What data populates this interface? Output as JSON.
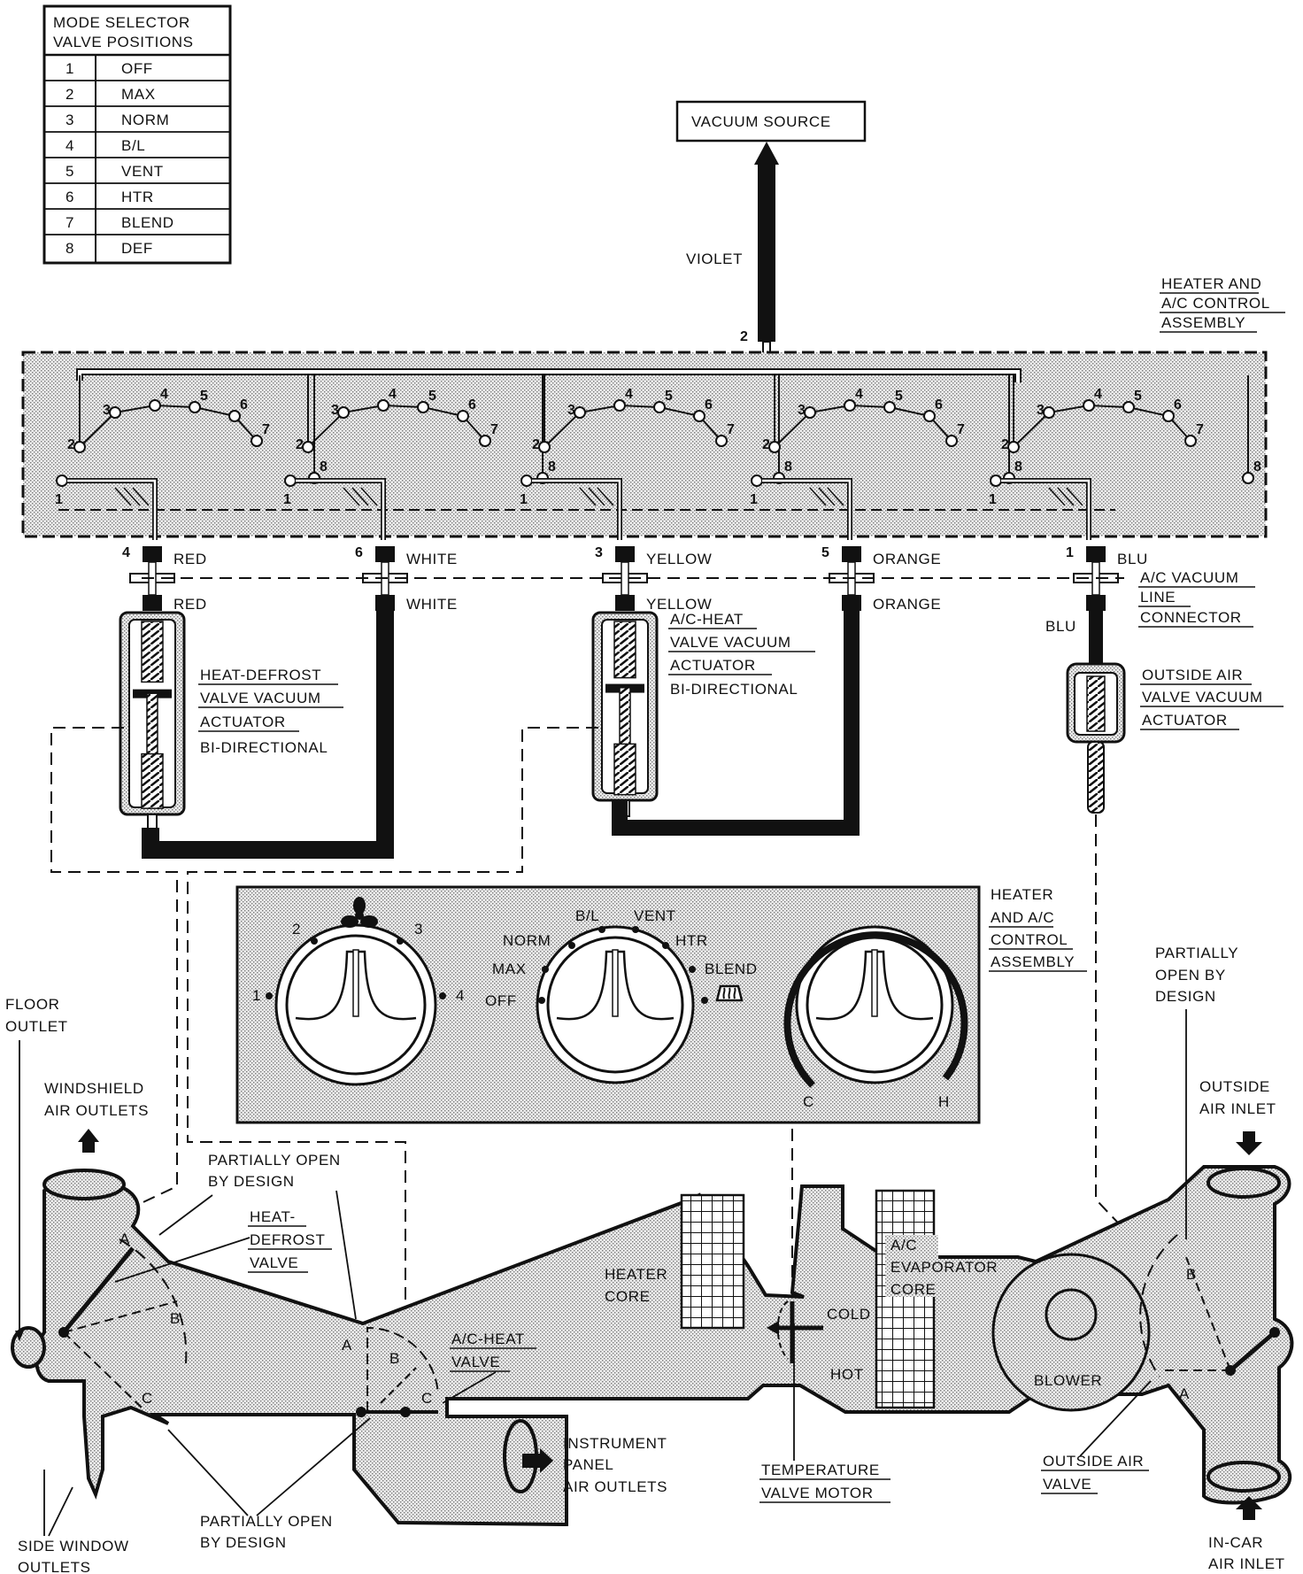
{
  "legend": {
    "title_line1": "MODE SELECTOR",
    "title_line2": "VALVE POSITIONS",
    "rows": [
      {
        "num": "1",
        "label": "OFF"
      },
      {
        "num": "2",
        "label": "MAX"
      },
      {
        "num": "3",
        "label": "NORM"
      },
      {
        "num": "4",
        "label": "B/L"
      },
      {
        "num": "5",
        "label": "VENT"
      },
      {
        "num": "6",
        "label": "HTR"
      },
      {
        "num": "7",
        "label": "BLEND"
      },
      {
        "num": "8",
        "label": "DEF"
      }
    ]
  },
  "vacuum_source": "VACUUM SOURCE",
  "violet": "VIOLET",
  "port2": "2",
  "control_assembly_label": [
    "HEATER AND",
    "A/C CONTROL",
    "ASSEMBLY"
  ],
  "ports": [
    {
      "num": "4",
      "color": "RED",
      "lower": "RED"
    },
    {
      "num": "6",
      "color": "WHITE",
      "lower": "WHITE"
    },
    {
      "num": "3",
      "color": "YELLOW",
      "lower": "YELLOW"
    },
    {
      "num": "5",
      "color": "ORANGE",
      "lower": "ORANGE"
    },
    {
      "num": "1",
      "color": "BLU",
      "lower": "BLU"
    }
  ],
  "ac_vacuum_connector": [
    "A/C VACUUM",
    "LINE",
    "CONNECTOR"
  ],
  "heat_defrost_actuator": [
    "HEAT-DEFROST",
    "VALVE VACUUM",
    "ACTUATOR",
    "BI-DIRECTIONAL"
  ],
  "ac_heat_actuator": [
    "A/C-HEAT",
    "VALVE VACUUM",
    "ACTUATOR",
    "BI-DIRECTIONAL"
  ],
  "outside_air_actuator": [
    "OUTSIDE AIR",
    "VALVE VACUUM",
    "ACTUATOR"
  ],
  "control_panel": {
    "label": [
      "HEATER",
      "AND A/C",
      "CONTROL",
      "ASSEMBLY"
    ],
    "fan_positions": [
      "1",
      "2",
      "3",
      "4"
    ],
    "mode_positions": [
      "OFF",
      "MAX",
      "NORM",
      "B/L",
      "VENT",
      "HTR",
      "BLEND"
    ],
    "temp_cold": "C",
    "temp_hot": "H"
  },
  "duct_labels": {
    "floor_outlet": [
      "FLOOR",
      "OUTLET"
    ],
    "windshield": [
      "WINDSHIELD",
      "AIR OUTLETS"
    ],
    "partially_open_top": [
      "PARTIALLY OPEN",
      "BY DESIGN"
    ],
    "heat_defrost_valve": [
      "HEAT-",
      "DEFROST",
      "VALVE"
    ],
    "ac_heat_valve": [
      "A/C-HEAT",
      "VALVE"
    ],
    "heater_core": [
      "HEATER",
      "CORE"
    ],
    "evaporator": [
      "A/C",
      "EVAPORATOR",
      "CORE"
    ],
    "cold": "COLD",
    "hot": "HOT",
    "blower": "BLOWER",
    "partially_open_right": [
      "PARTIALLY",
      "OPEN BY",
      "DESIGN"
    ],
    "outside_air_inlet": [
      "OUTSIDE",
      "AIR INLET"
    ],
    "instrument_panel": [
      "INSTRUMENT",
      "PANEL",
      "AIR OUTLETS"
    ],
    "temp_motor": [
      "TEMPERATURE",
      "VALVE MOTOR"
    ],
    "outside_air_valve": [
      "OUTSIDE AIR",
      "VALVE"
    ],
    "in_car_inlet": [
      "IN-CAR",
      "AIR INLET"
    ],
    "partially_open_bottom": [
      "PARTIALLY OPEN",
      "BY DESIGN"
    ],
    "side_window": [
      "SIDE WINDOW",
      "OUTLETS"
    ],
    "letters": {
      "a": "A",
      "b": "B",
      "c": "C"
    }
  }
}
